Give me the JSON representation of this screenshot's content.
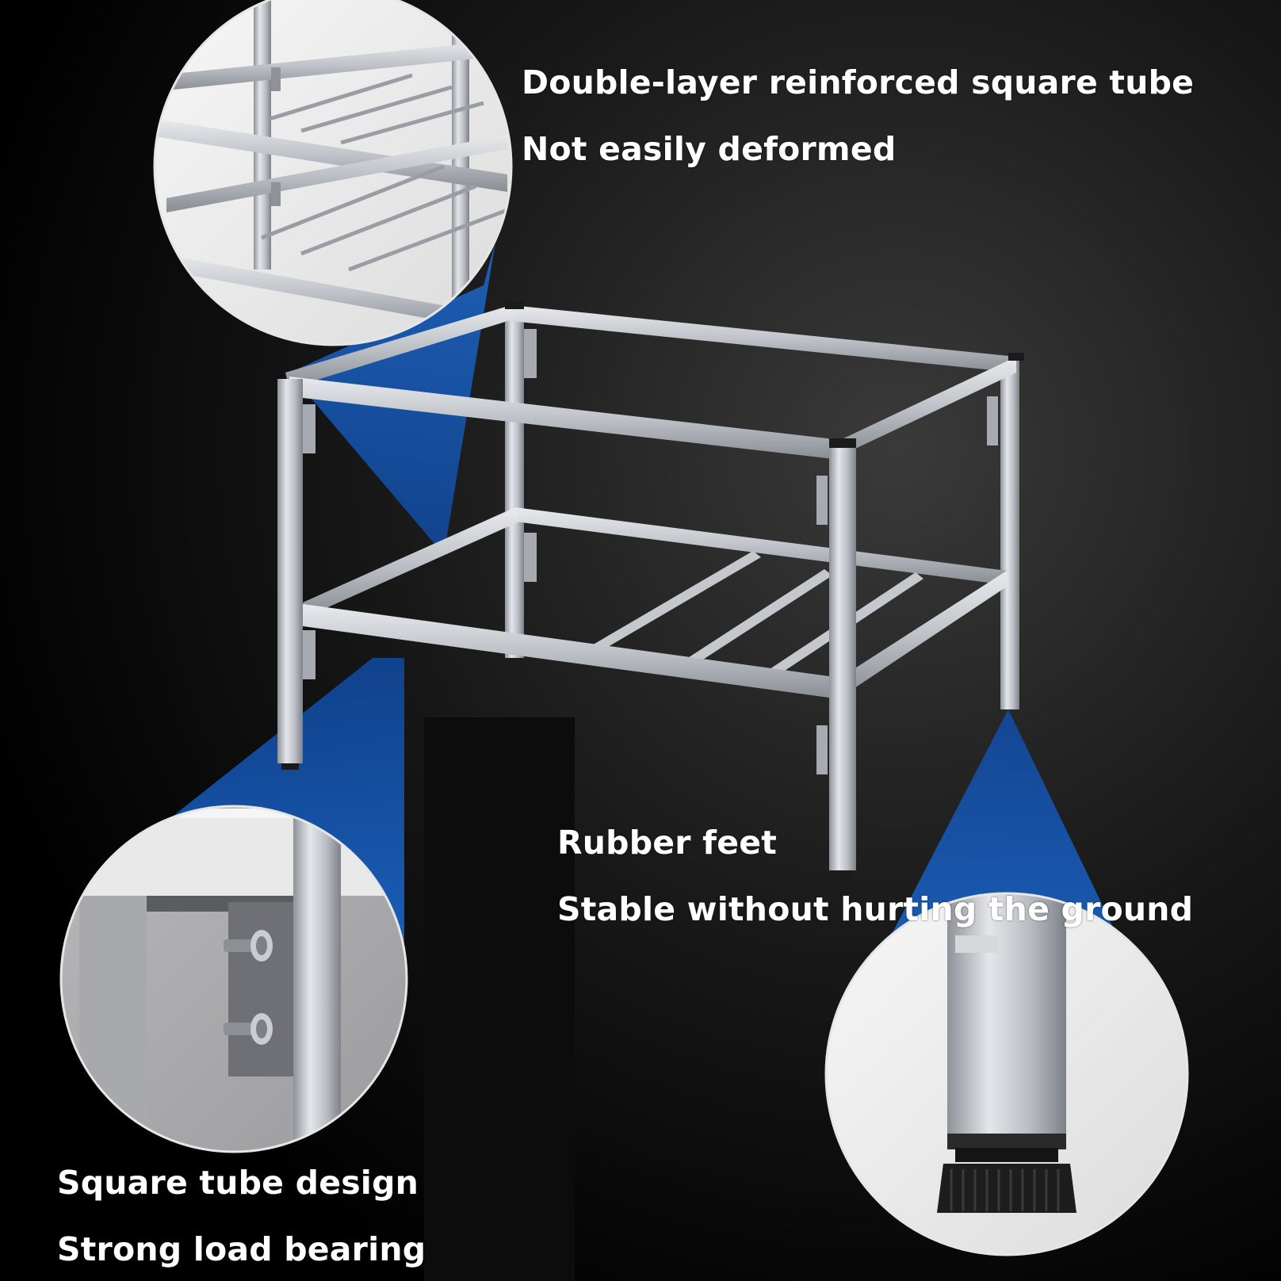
{
  "captions": {
    "top": {
      "line1": "Double-layer reinforced square tube",
      "line2": "Not easily deformed"
    },
    "right": {
      "line1": "Rubber feet",
      "line2": "Stable without hurting the ground"
    },
    "left": {
      "line1": "Square tube design",
      "line2": "Strong load bearing"
    }
  },
  "colors": {
    "background": "#000000",
    "accent_blue": "#1e6fd9",
    "steel": "#c9ccd1",
    "text": "#ffffff"
  }
}
